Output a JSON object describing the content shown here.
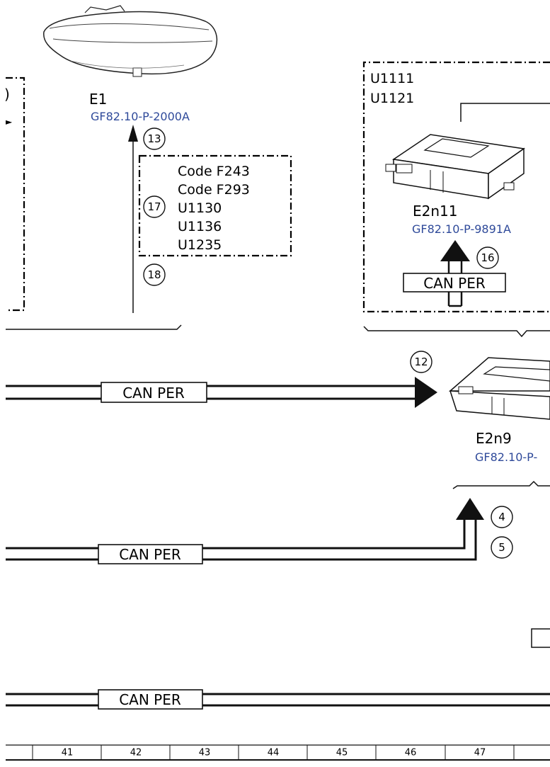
{
  "components": {
    "e1": {
      "label": "E1",
      "ref": "GF82.10-P-2000A"
    },
    "e2n11": {
      "label": "E2n11",
      "ref": "GF82.10-P-9891A"
    },
    "e2n9": {
      "label": "E2n9",
      "ref": "GF82.10-P-"
    }
  },
  "groups": {
    "u1111": {
      "line1": "U1111",
      "line2": "U1121"
    },
    "codes": [
      "Code F243",
      "Code F293",
      "U1130",
      "U1136",
      "U1235"
    ]
  },
  "bus_labels": {
    "can_per": "CAN PER"
  },
  "callouts": {
    "c13": "13",
    "c17": "17",
    "c18": "18",
    "c16": "16",
    "c12": "12",
    "c4": "4",
    "c5": "5"
  },
  "left_fragment": {
    "mark": ")",
    "arrow": "►"
  },
  "grid_columns": [
    "41",
    "42",
    "43",
    "44",
    "45",
    "46",
    "47"
  ]
}
